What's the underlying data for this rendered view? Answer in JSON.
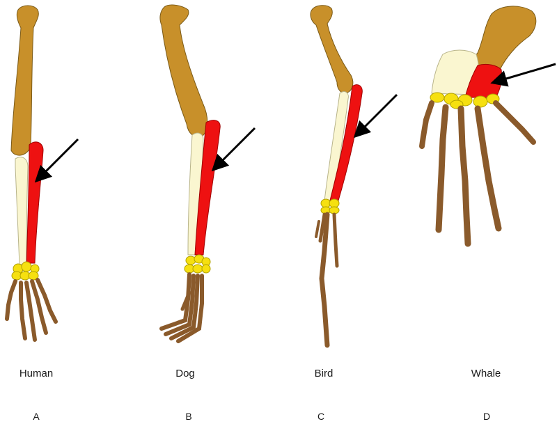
{
  "limbs": [
    {
      "name": "Human",
      "letter": "A"
    },
    {
      "name": "Dog",
      "letter": "B"
    },
    {
      "name": "Bird",
      "letter": "C"
    },
    {
      "name": "Whale",
      "letter": "D"
    }
  ],
  "colors": {
    "humerus": "#c8902a",
    "ulna": "#faf6d0",
    "radius": "#ee1111",
    "carpals": "#f6e010",
    "phalanges": "#8a5a2b",
    "arrow": "#000000"
  }
}
